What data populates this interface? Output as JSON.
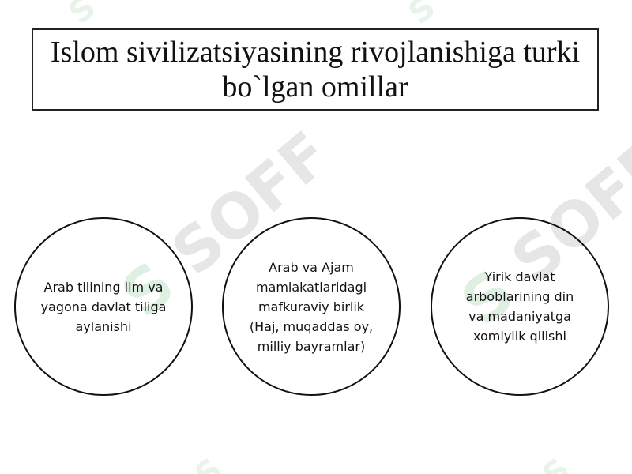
{
  "watermark": {
    "brand_glyph": "S",
    "brand_text": "SOFF",
    "color": "#e6e6e6",
    "accent_color": "#dff0e2"
  },
  "title": "Islom sivilizatsiyasining rivojlanishiga turki bo`lgan omillar",
  "factors": [
    {
      "text": "Arab tilining ilm va yagona davlat tiliga aylanishi"
    },
    {
      "text": "Arab va Ajam mamlakatlaridagi mafkuraviy birlik (Haj, muqaddas oy, milliy bayramlar)"
    },
    {
      "text": "Yirik davlat arboblarining din va madaniyatga xomiylik qilishi"
    }
  ]
}
